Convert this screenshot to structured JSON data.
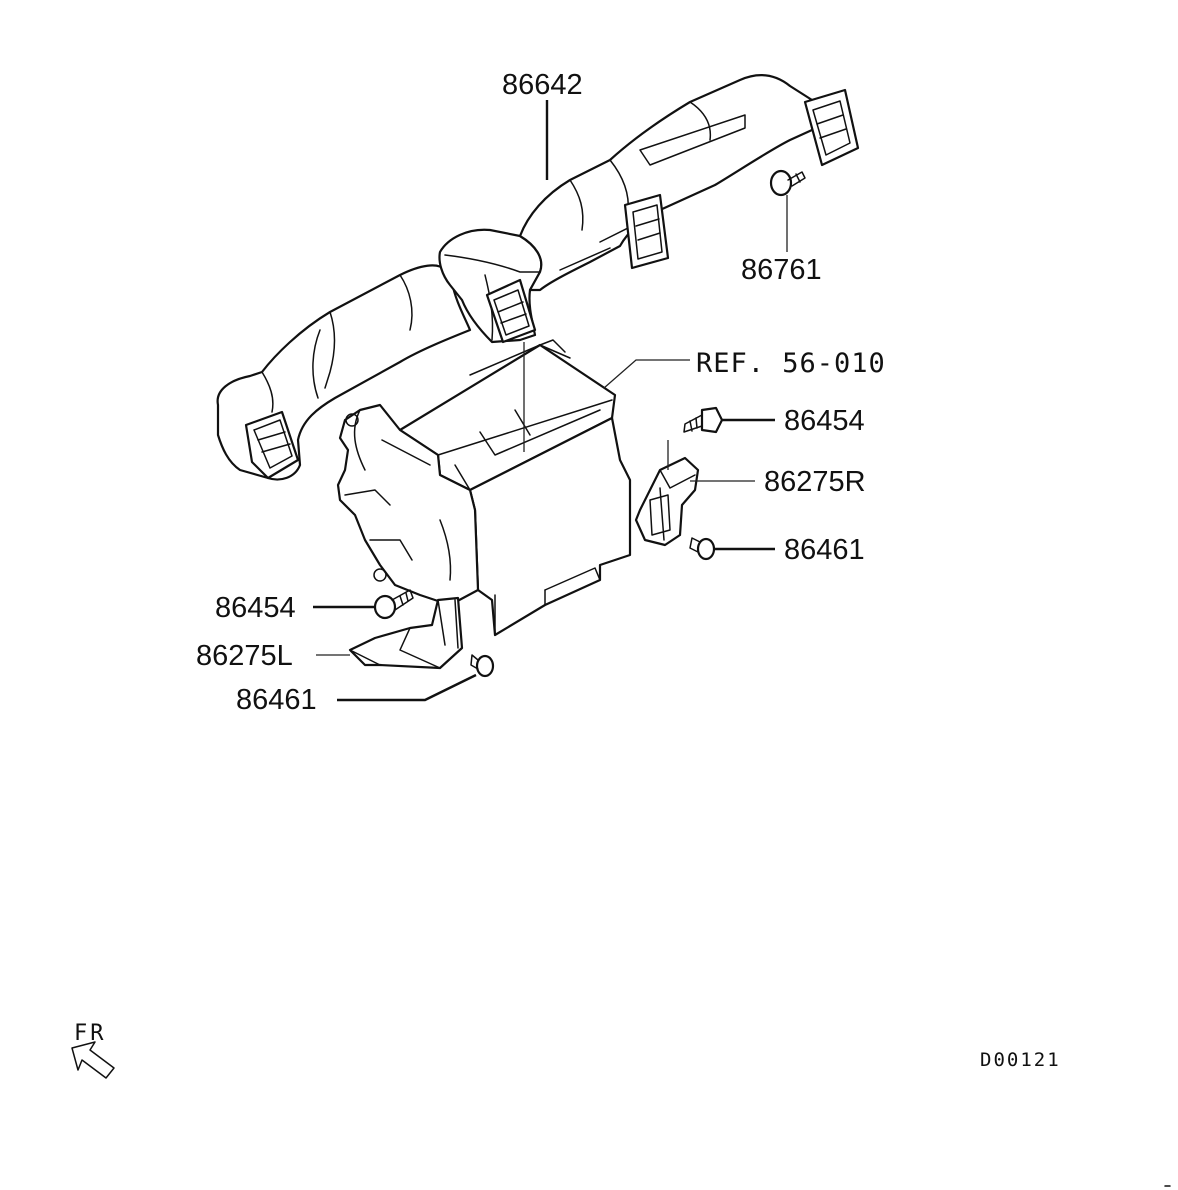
{
  "callouts": {
    "duct_main": "86642",
    "clip_top": "86761",
    "ref": "REF. 56-010",
    "screw_right": "86454",
    "duct_right": "86275R",
    "clip_right": "86461",
    "screw_left": "86454",
    "duct_left": "86275L",
    "clip_left": "86461"
  },
  "orientation": {
    "label": "FR"
  },
  "diagram_code": "D00121"
}
